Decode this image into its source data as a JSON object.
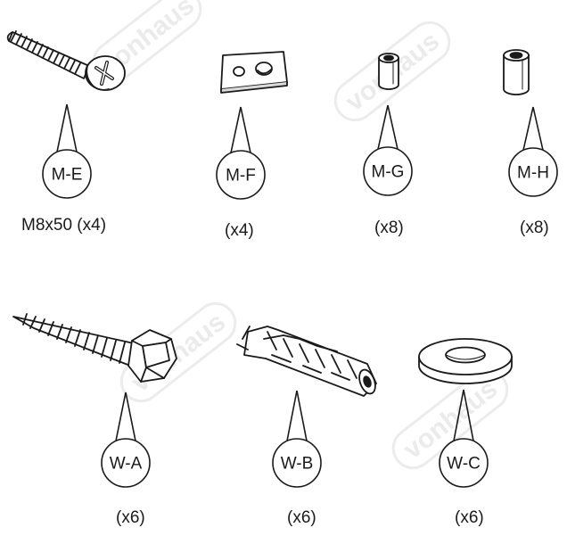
{
  "watermark": {
    "text": "vonhaus",
    "color": "#e9e9e9"
  },
  "parts": [
    {
      "id": "M-E",
      "qty": "M8x50 (x4)",
      "icon": "machine-screw-icon"
    },
    {
      "id": "M-F",
      "qty": "(x4)",
      "icon": "spacer-plate-icon"
    },
    {
      "id": "M-G",
      "qty": "(x8)",
      "icon": "short-spacer-icon"
    },
    {
      "id": "M-H",
      "qty": "(x8)",
      "icon": "long-spacer-icon"
    },
    {
      "id": "W-A",
      "qty": "(x6)",
      "icon": "lag-bolt-icon"
    },
    {
      "id": "W-B",
      "qty": "(x6)",
      "icon": "wall-plug-icon"
    },
    {
      "id": "W-C",
      "qty": "(x6)",
      "icon": "washer-icon"
    }
  ],
  "colors": {
    "line": "#1a1a1a",
    "fill": "#ffffff",
    "shade": "#d9d9d9"
  }
}
